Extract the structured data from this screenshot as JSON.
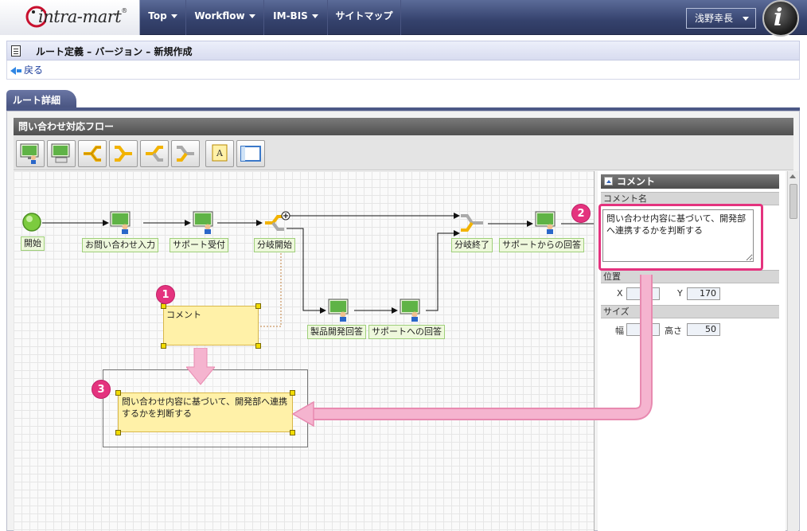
{
  "app": {
    "logo_text": "intra-mart",
    "logo_tm": "®",
    "nav": [
      {
        "label": "Top"
      },
      {
        "label": "Workflow"
      },
      {
        "label": "IM-BIS"
      },
      {
        "label": "サイトマップ"
      }
    ],
    "user_name": "浅野幸長",
    "avatar_letter": "i"
  },
  "page": {
    "title": "ルート定義 – バージョン – 新規作成",
    "back_label": "戻る",
    "tab_label": "ルート詳細",
    "panel_title": "問い合わせ対応フロー"
  },
  "toolbar": {
    "tools": [
      {
        "icon": "user-task-icon"
      },
      {
        "icon": "system-task-icon"
      },
      {
        "icon": "branch-start-icon"
      },
      {
        "icon": "branch-end-icon"
      },
      {
        "icon": "split-start-icon"
      },
      {
        "icon": "split-end-icon"
      },
      {
        "icon": "comment-tool-icon"
      },
      {
        "icon": "frame-tool-icon"
      }
    ]
  },
  "flow": {
    "nodes": {
      "start": "開始",
      "inquiry": "お問い合わせ入力",
      "support_receive": "サポート受付",
      "branch_start": "分岐開始",
      "branch_end": "分岐終了",
      "support_reply": "サポートからの回答",
      "dev_reply": "製品開発回答",
      "reply_to_support": "サポートへの回答"
    },
    "comment_small": "コメント",
    "comment_big": "問い合わせ内容に基づいて、開発部へ連携するかを判断する"
  },
  "properties": {
    "title": "コメント",
    "name_section": "コメント名",
    "comment_text": "問い合わせ内容に基づいて、開発部へ連携するかを判断する",
    "position_section": "位置",
    "x_label": "X",
    "x_value": "",
    "y_label": "Y",
    "y_value": "170",
    "size_section": "サイズ",
    "width_label": "幅",
    "width_value": "",
    "height_label": "高さ",
    "height_value": "50"
  },
  "callouts": [
    "1",
    "2",
    "3"
  ],
  "colors": {
    "accent_pink": "#e4337e",
    "nav_blue": "#35426d",
    "comment_yellow": "#fff1a8",
    "label_green": "#eef8dc"
  }
}
